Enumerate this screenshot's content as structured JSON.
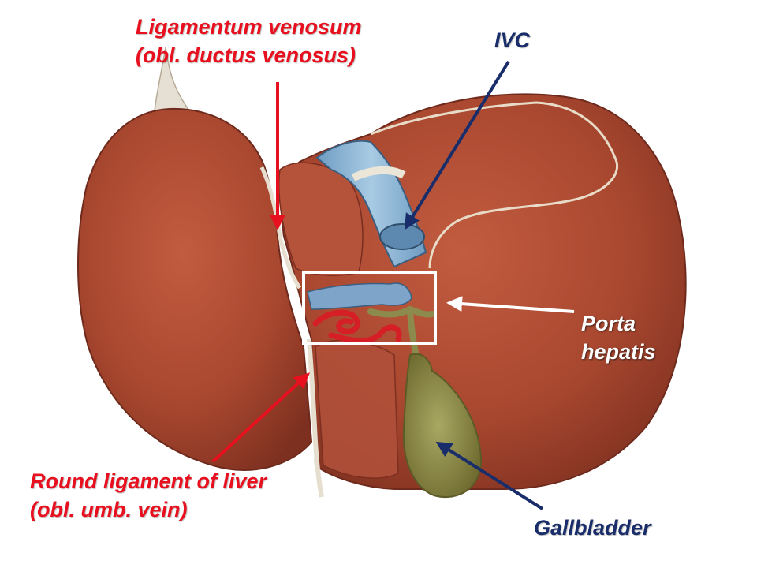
{
  "labels": {
    "ligamentum_venosum": {
      "line1": "Ligamentum venosum",
      "line2": "(obl. ductus venosus)"
    },
    "ivc": "IVC",
    "porta_hepatis": {
      "line1": "Porta",
      "line2": "hepatis"
    },
    "round_ligament": {
      "line1": "Round ligament of liver",
      "line2": "(obl. umb. vein)"
    },
    "gallbladder": "Gallbladder"
  },
  "colors": {
    "red_label": "#e8101e",
    "navy_label": "#1a2d6b",
    "white_label": "#ffffff",
    "liver": "#a5452f",
    "ivc": "#8fb6d4",
    "gallbladder": "#8d8a45",
    "artery": "#d61e26"
  }
}
